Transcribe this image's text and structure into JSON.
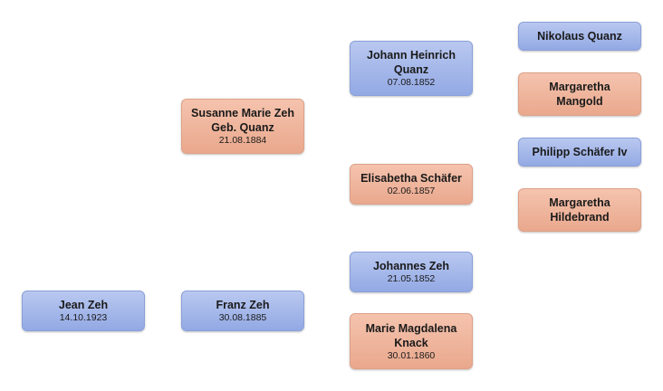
{
  "colors": {
    "male": "#a6b8ea",
    "female": "#efb59d",
    "background": "#ffffff"
  },
  "people": {
    "jean": {
      "name": "Jean Zeh",
      "date": "14.10.1923",
      "sex": "male"
    },
    "franz": {
      "name": "Franz Zeh",
      "date": "30.08.1885",
      "sex": "male"
    },
    "susanne": {
      "name": "Susanne Marie Zeh Geb. Quanz",
      "date": "21.08.1884",
      "sex": "female"
    },
    "johannh": {
      "name": "Johann Heinrich Quanz",
      "date": "07.08.1852",
      "sex": "male"
    },
    "elisabeth": {
      "name": "Elisabetha Schäfer",
      "date": "02.06.1857",
      "sex": "female"
    },
    "johannes": {
      "name": "Johannes Zeh",
      "date": "21.05.1852",
      "sex": "male"
    },
    "marie": {
      "name": "Marie Magdalena Knack",
      "date": "30.01.1860",
      "sex": "female"
    },
    "nikolaus": {
      "name": "Nikolaus Quanz",
      "sex": "male"
    },
    "margmang": {
      "name": "Margaretha Mangold",
      "sex": "female"
    },
    "philipp": {
      "name": "Philipp Schäfer Iv",
      "sex": "male"
    },
    "marghild": {
      "name": "Margaretha Hildebrand",
      "sex": "female"
    }
  }
}
